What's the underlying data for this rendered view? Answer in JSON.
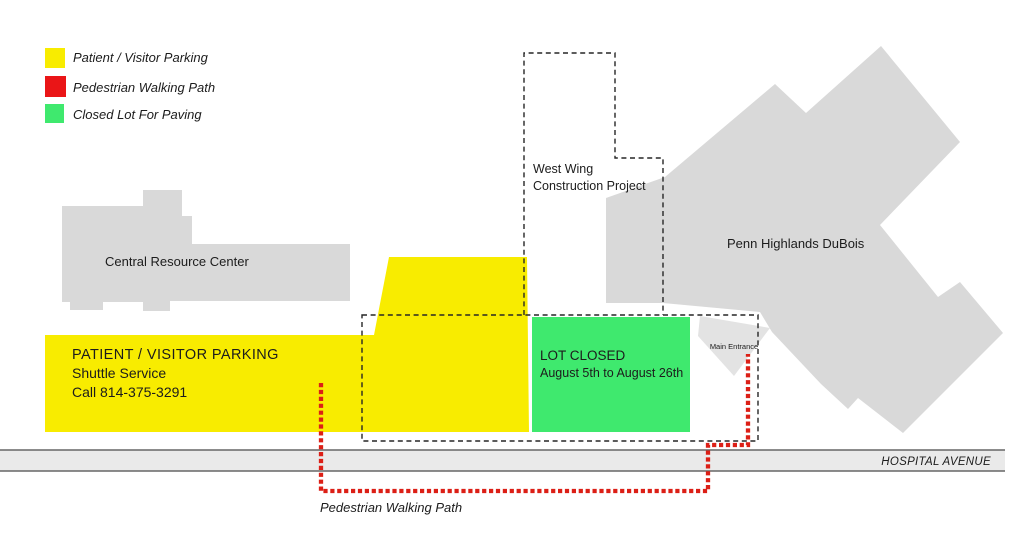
{
  "legend": {
    "items": [
      {
        "label": "Patient / Visitor Parking",
        "color": "#f8ec00"
      },
      {
        "label": "Pedestrian Walking Path",
        "color": "#ea1517"
      },
      {
        "label": "Closed Lot For Paving",
        "color": "#3fe96e"
      }
    ]
  },
  "buildings": {
    "central_resource_center": "Central Resource Center",
    "penn_highlands_dubois": "Penn Highlands DuBois",
    "main_entrance": "Main Entrance",
    "fill": "#d9d9d9"
  },
  "construction_zone": {
    "line1": "West Wing",
    "line2": "Construction Project"
  },
  "parking_lot": {
    "line1": "PATIENT / VISITOR PARKING",
    "line2": "Shuttle Service",
    "line3": "Call 814-375-3291",
    "color": "#f8ec00"
  },
  "closed_lot": {
    "line1": "LOT CLOSED",
    "line2": "August 5th to August 26th",
    "color": "#3fe96e"
  },
  "road": {
    "label": "HOSPITAL AVENUE"
  },
  "walking_path": {
    "label": "Pedestrian Walking Path",
    "color": "#dc1f16"
  }
}
